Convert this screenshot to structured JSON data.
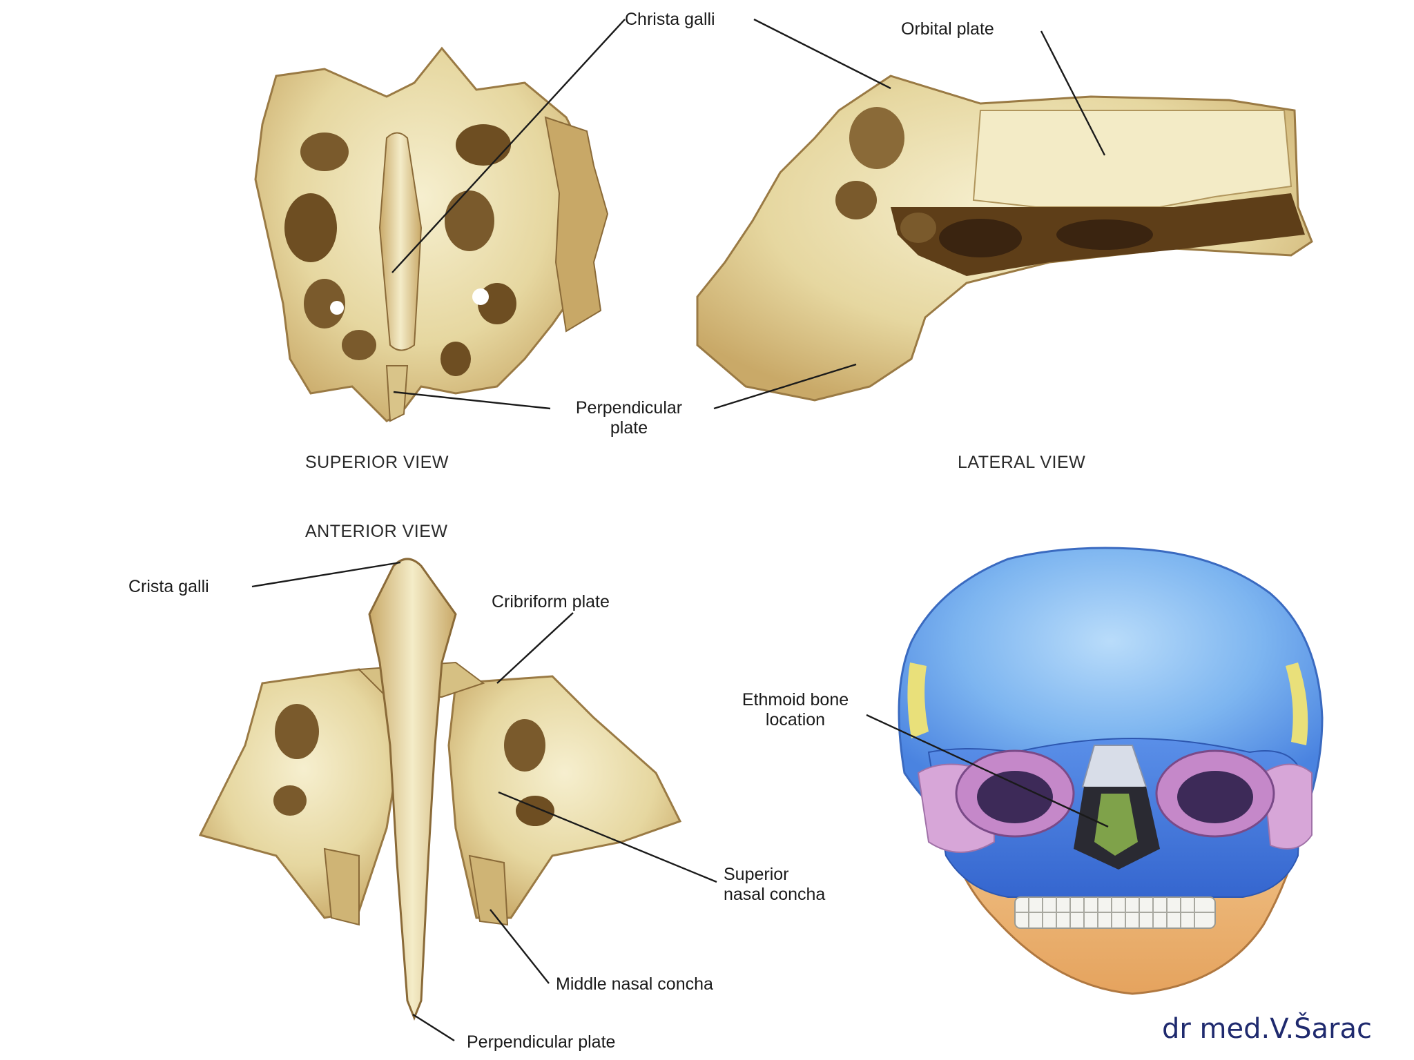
{
  "views": {
    "superior": "SUPERIOR VIEW",
    "lateral": "LATERAL VIEW",
    "anterior": "ANTERIOR VIEW"
  },
  "labels": {
    "christa_galli": "Christa galli",
    "orbital_plate": "Orbital plate",
    "perpendicular_plate_top_1": "Perpendicular",
    "perpendicular_plate_top_2": "plate",
    "crista_galli": "Crista galli",
    "cribriform_plate": "Cribriform plate",
    "superior_nasal_concha_1": "Superior",
    "superior_nasal_concha_2": "nasal concha",
    "middle_nasal_concha": "Middle nasal concha",
    "perpendicular_plate_bottom": "Perpendicular plate",
    "ethmoid_location_1": "Ethmoid bone",
    "ethmoid_location_2": "location"
  },
  "author": "dr med.V.Šarac",
  "colors": {
    "bone": "#eadfae",
    "bone_shadow": "#b8965a",
    "bone_dark": "#6b4a22",
    "skull_blue": "#4f86e6",
    "skull_light_blue": "#8fc3f4",
    "mandible": "#eab070",
    "zygomatic": "#d6a7d8",
    "author_text": "#1f2a6e"
  }
}
